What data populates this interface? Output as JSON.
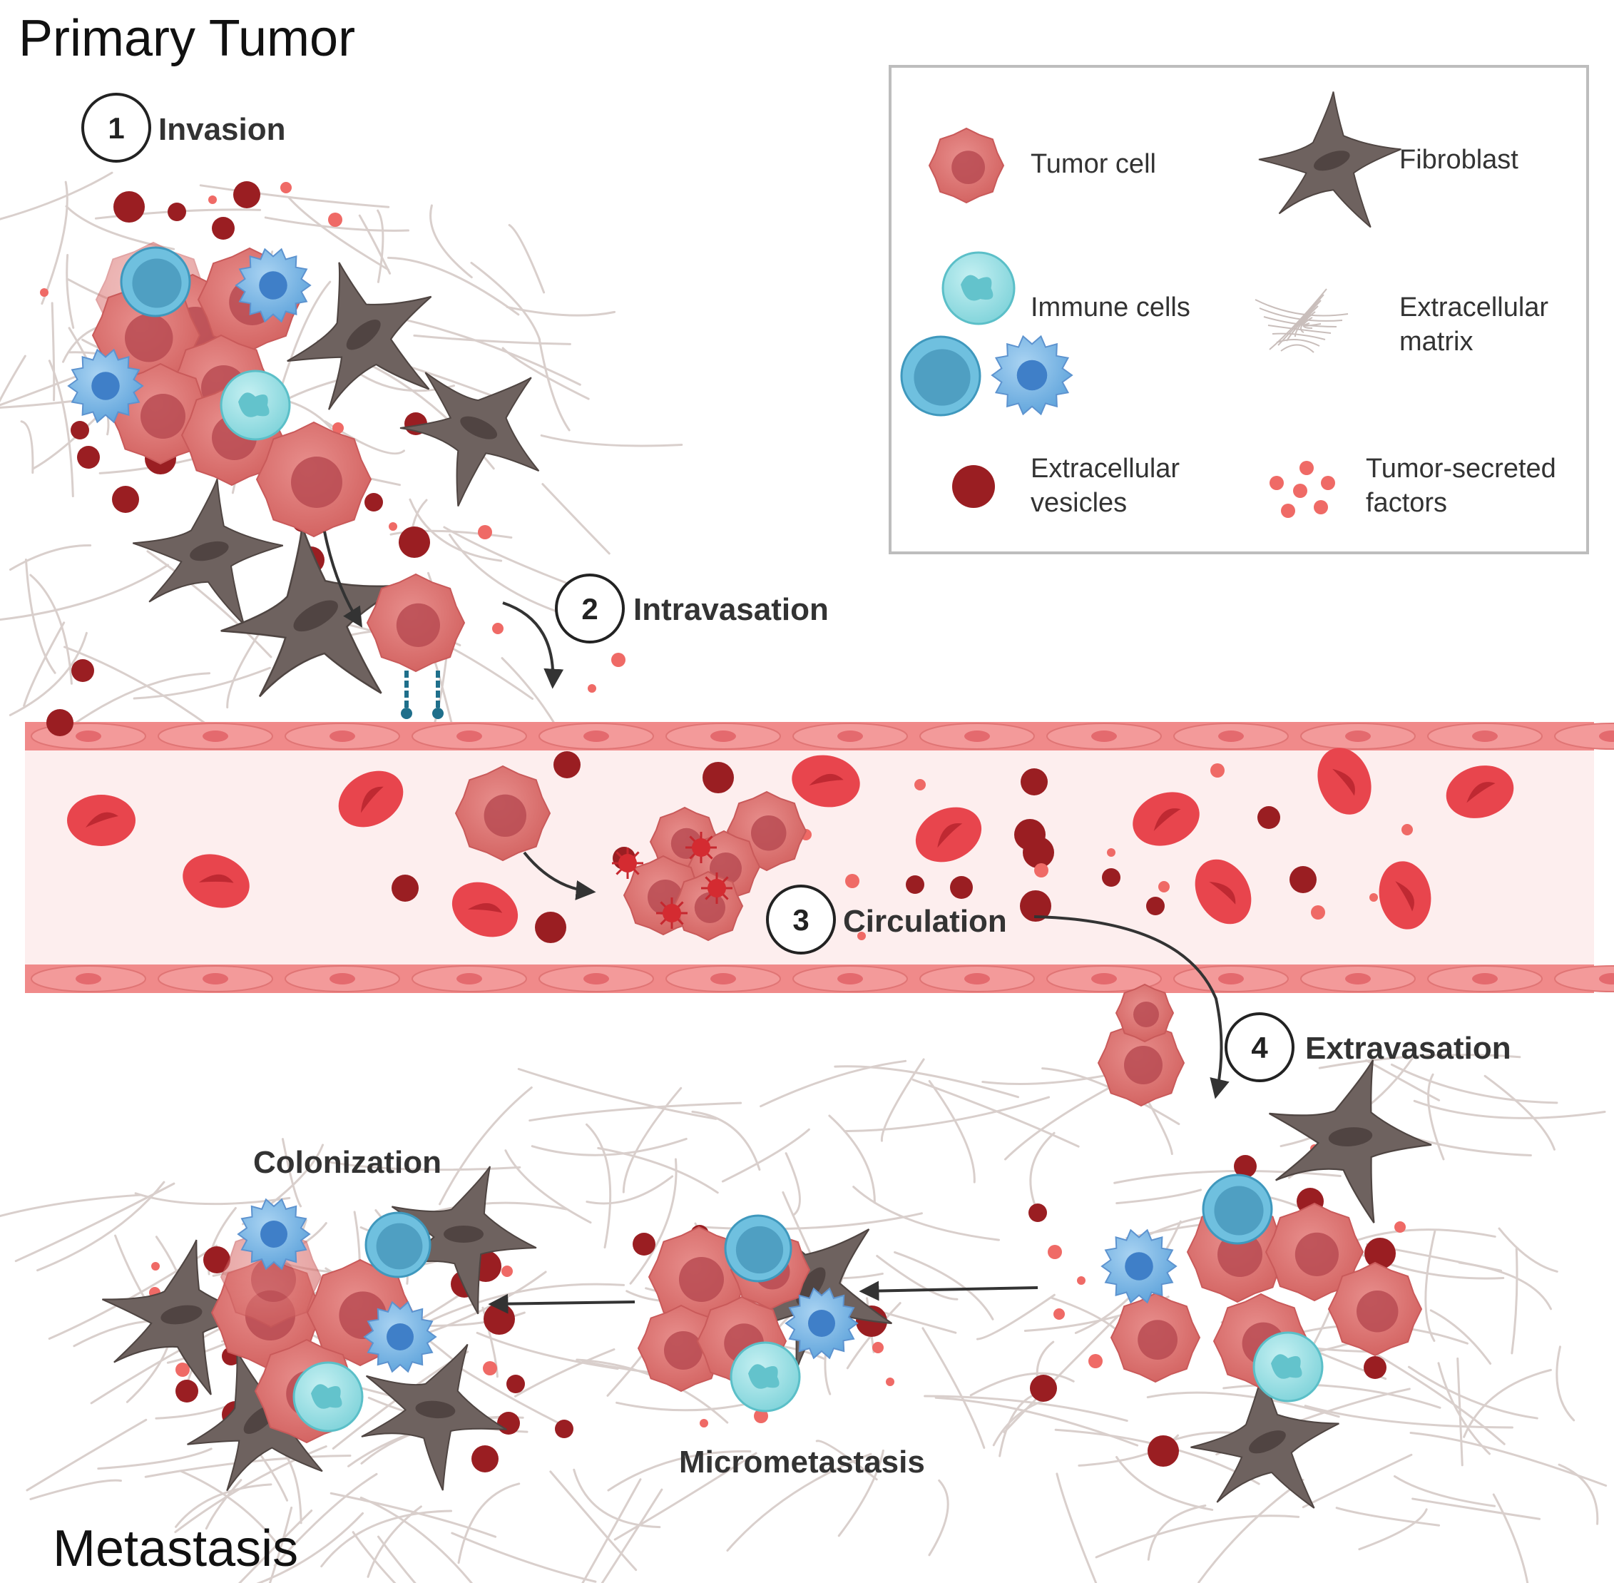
{
  "titles": {
    "primary": "Primary Tumor",
    "metastasis": "Metastasis"
  },
  "steps": [
    {
      "number": "1",
      "label": "Invasion"
    },
    {
      "number": "2",
      "label": "Intravasation"
    },
    {
      "number": "3",
      "label": "Circulation"
    },
    {
      "number": "4",
      "label": "Extravasation"
    }
  ],
  "stages": {
    "colonization": "Colonization",
    "micrometastasis": "Micrometastasis"
  },
  "legend": {
    "tumor_cell": "Tumor cell",
    "fibroblast": "Fibroblast",
    "immune_cells": "Immune cells",
    "ecm_line1": "Extracellular",
    "ecm_line2": "matrix",
    "ev_line1": "Extracellular",
    "ev_line2": "vesicles",
    "tsf_line1": "Tumor-secreted",
    "tsf_line2": "factors"
  },
  "colors": {
    "tumor": "#d9706f",
    "tumor_nucleus": "#b84b52",
    "fibroblast": "#6e625f",
    "immune_blue": "#7fb2e0",
    "immune_cyan": "#8fd9de",
    "vesicle": "#9a1e22",
    "secreted_factor": "#ef6a66",
    "vessel_wall": "#f08a8a",
    "vessel_lumen": "#fdeeee",
    "red_blood_cell": "#e8454d",
    "ecm_fiber": "#d9cfcc"
  }
}
